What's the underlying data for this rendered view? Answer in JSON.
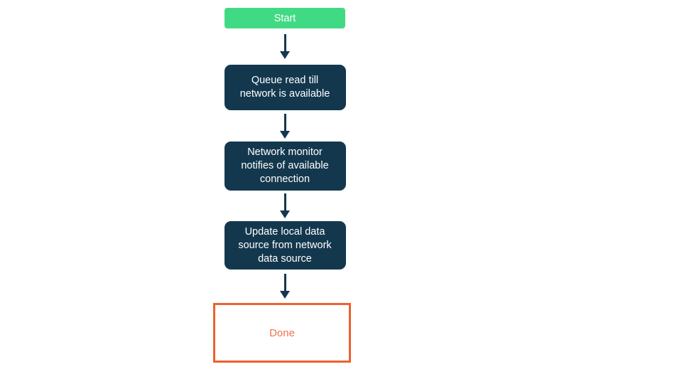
{
  "diagram": {
    "type": "flowchart",
    "orientation": "vertical",
    "colors": {
      "background": "#ffffff",
      "start_fill": "#41da84",
      "process_fill": "#13384e",
      "arrow": "#13384e",
      "done_border": "#f0602f",
      "done_text": "#f3744b",
      "node_text": "#ffffff"
    },
    "nodes": [
      {
        "id": "start",
        "type": "start",
        "label": "Start"
      },
      {
        "id": "queue-read",
        "type": "process",
        "label": "Queue read till\nnetwork is available"
      },
      {
        "id": "network-monitor",
        "type": "process",
        "label": "Network monitor\nnotifies of available\nconnection"
      },
      {
        "id": "update-local",
        "type": "process",
        "label": "Update local data\nsource from network\ndata source"
      },
      {
        "id": "done",
        "type": "terminal",
        "label": "Done"
      }
    ],
    "edges": [
      {
        "from": "start",
        "to": "queue-read"
      },
      {
        "from": "queue-read",
        "to": "network-monitor"
      },
      {
        "from": "network-monitor",
        "to": "update-local"
      },
      {
        "from": "update-local",
        "to": "done"
      }
    ]
  }
}
